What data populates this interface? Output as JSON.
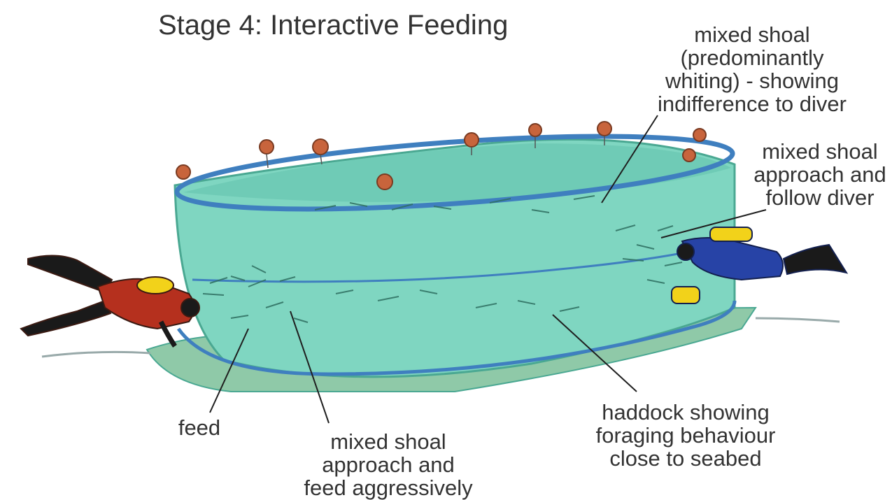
{
  "title": "Stage 4: Interactive Feeding",
  "labels": {
    "top_right": [
      "mixed shoal",
      "(predominantly",
      "whiting) - showing",
      "indifference to diver"
    ],
    "right": [
      "mixed shoal",
      "approach and",
      "follow diver"
    ],
    "feed": [
      "feed"
    ],
    "bottom_middle": [
      "mixed shoal",
      "approach and",
      "feed aggressively"
    ],
    "bottom_right": [
      "haddock showing",
      "foraging behaviour",
      "close to seabed"
    ]
  },
  "colors": {
    "net": "#7fd6c1",
    "net_dark": "#4aa892",
    "ring": "#3f7fbf",
    "float": "#c8643c",
    "diver_left": "#b5301e",
    "diver_right": "#2743a6",
    "tank": "#f2d21a"
  }
}
